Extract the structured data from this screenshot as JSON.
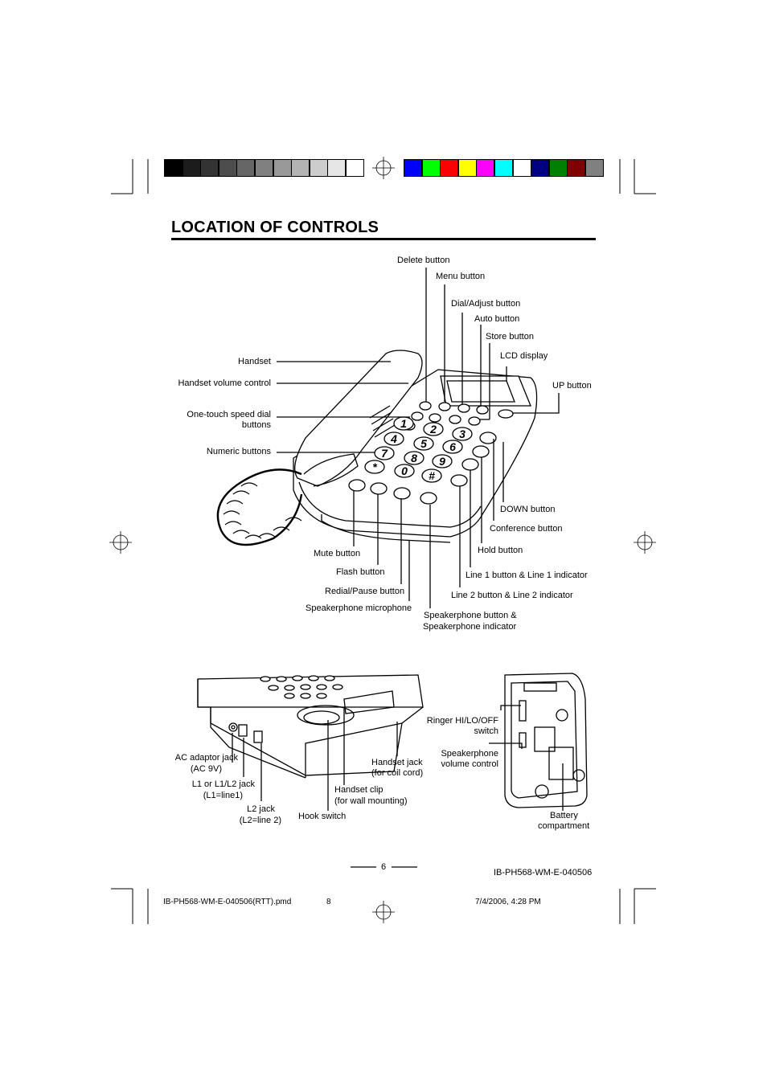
{
  "page": {
    "title": "LOCATION OF CONTROLS",
    "page_number": "6",
    "doc_code": "IB-PH568-WM-E-040506",
    "footer_file": "IB-PH568-WM-E-040506(RTT).pmd",
    "footer_sheet": "8",
    "footer_date": "7/4/2006, 4:28 PM"
  },
  "colorbar": {
    "grays": [
      "#000000",
      "#1c1c1c",
      "#333333",
      "#4d4d4d",
      "#666666",
      "#808080",
      "#999999",
      "#b3b3b3",
      "#cccccc",
      "#e6e6e6",
      "#ffffff"
    ],
    "colors": [
      "#0000ff",
      "#00ff00",
      "#ff0000",
      "#ffff00",
      "#ff00ff",
      "#00ffff",
      "#ffffff",
      "#000080",
      "#008000",
      "#800000",
      "#808080"
    ]
  },
  "top_labels": {
    "delete": "Delete button",
    "menu": "Menu button",
    "dial_adjust": "Dial/Adjust button",
    "auto": "Auto button",
    "store": "Store button",
    "lcd": "LCD display",
    "up": "UP button",
    "handset": "Handset",
    "handset_volume": "Handset volume control",
    "one_touch_1": "One-touch speed dial",
    "one_touch_2": "buttons",
    "numeric": "Numeric buttons",
    "down": "DOWN button",
    "conference": "Conference button",
    "hold": "Hold button",
    "mute": "Mute button",
    "line1": "Line 1 button & Line 1 indicator",
    "flash": "Flash button",
    "redial": "Redial/Pause button",
    "line2": "Line 2 button & Line 2 indicator",
    "spk_mic": "Speakerphone microphone",
    "spk_btn_1": "Speakerphone button &",
    "spk_btn_2": "Speakerphone indicator"
  },
  "bottom_labels": {
    "ac_1": "AC adaptor jack",
    "ac_2": "(AC 9V)",
    "l1_1": "L1 or L1/L2 jack",
    "l1_2": "(L1=line1)",
    "l2_1": "L2 jack",
    "l2_2": "(L2=line 2)",
    "hook": "Hook switch",
    "clip_1": "Handset clip",
    "clip_2": "(for wall mounting)",
    "hjack_1": "Handset jack",
    "hjack_2": "(for coil cord)",
    "ringer_1": "Ringer HI/LO/OFF",
    "ringer_2": "switch",
    "spkvol_1": "Speakerphone",
    "spkvol_2": "volume control",
    "battery_1": "Battery",
    "battery_2": "compartment"
  },
  "keypad": [
    "1",
    "2",
    "3",
    "4",
    "5",
    "6",
    "7",
    "8",
    "9",
    "*",
    "0",
    "#"
  ]
}
